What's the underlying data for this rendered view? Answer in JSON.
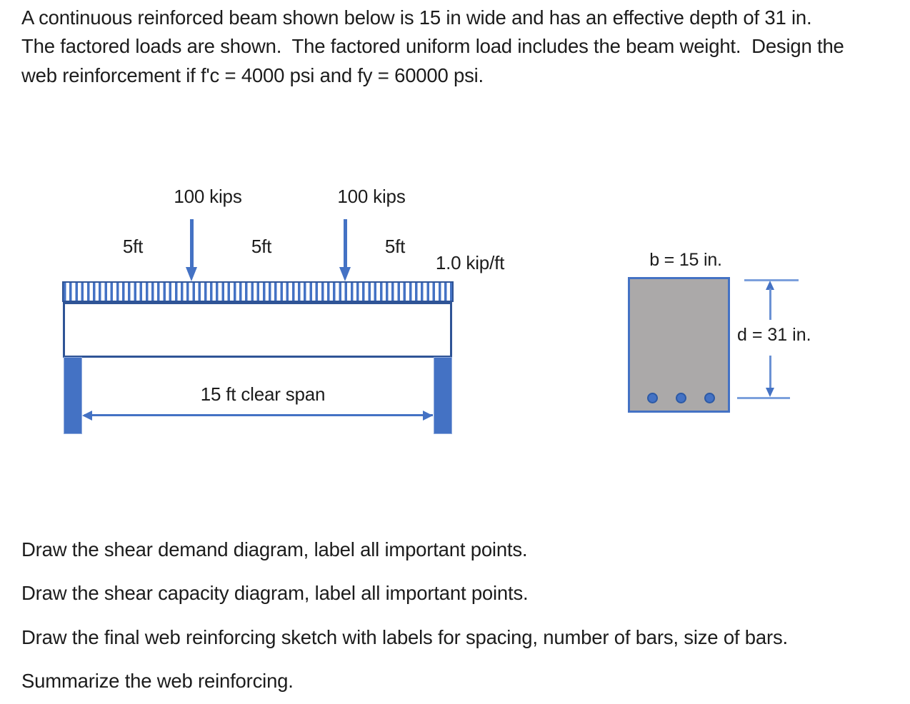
{
  "problem": {
    "lines": [
      "A continuous reinforced beam shown below is 15 in wide and has an effective depth of 31 in.",
      "The factored loads are shown.  The factored uniform load includes the beam weight.  Design the",
      "web reinforcement if f'c = 4000 psi and fy = 60000 psi."
    ]
  },
  "beam_diagram": {
    "point_loads": [
      {
        "label": "100 kips"
      },
      {
        "label": "100 kips"
      }
    ],
    "segments": [
      "5ft",
      "5ft",
      "5ft"
    ],
    "uniform_load_label": "1.0 kip/ft",
    "span_label": "15 ft clear span"
  },
  "cross_section": {
    "width_label": "b = 15 in.",
    "depth_label": "d = 31 in.",
    "rebar_count": 3
  },
  "tasks": [
    "Draw the shear demand diagram, label all important points.",
    "Draw the shear capacity diagram, label all important points.",
    "Draw the final web reinforcing sketch with labels for spacing, number of bars, size of bars.",
    "Summarize the web reinforcing."
  ],
  "colors": {
    "accent_blue": "#4472C4",
    "dark_blue_border": "#2F5496",
    "light_blue": "#7CA0DC",
    "section_gray": "#ABA9A9",
    "text": "#1c1c1c"
  }
}
